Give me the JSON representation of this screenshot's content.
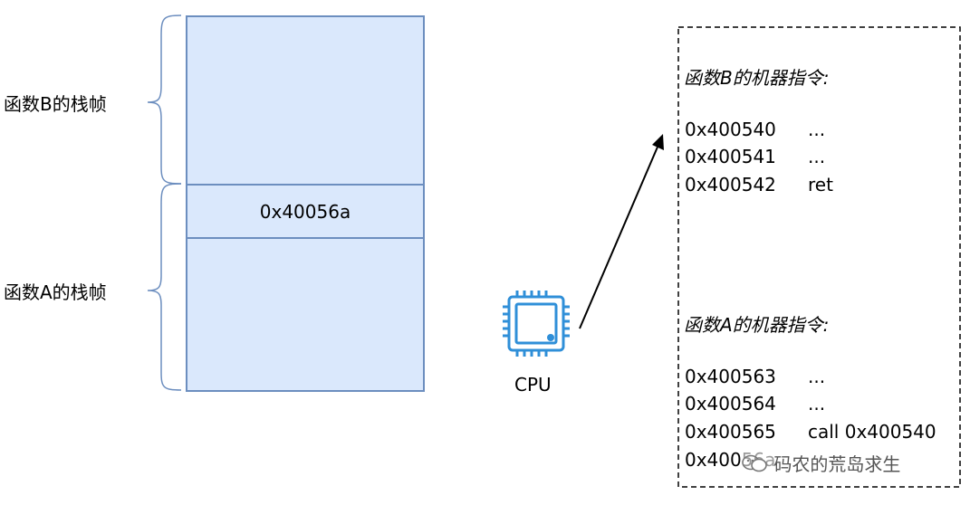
{
  "stack": {
    "frame_b_label": "函数B的栈帧",
    "frame_a_label": "函数A的栈帧",
    "return_address": "0x40056a"
  },
  "cpu": {
    "label": "CPU",
    "icon": "cpu-chip-icon"
  },
  "memory": {
    "func_b_title": "函数B的机器指令:",
    "func_b_instructions": [
      {
        "addr": "0x400540",
        "op": "..."
      },
      {
        "addr": "0x400541",
        "op": "..."
      },
      {
        "addr": "0x400542",
        "op": "ret"
      }
    ],
    "func_a_title": "函数A的机器指令:",
    "func_a_instructions": [
      {
        "addr": "0x400563",
        "op": "..."
      },
      {
        "addr": "0x400564",
        "op": "..."
      },
      {
        "addr": "0x400565",
        "op": "call 0x400540"
      },
      {
        "addr": "0x40056a",
        "op": ""
      }
    ]
  },
  "watermark": {
    "text": "码农的荒岛求生",
    "icon": "wechat-icon"
  },
  "colors": {
    "stack_fill": "#dae8fc",
    "stack_stroke": "#6c8ebf",
    "cpu_blue": "#2f8fd8"
  }
}
